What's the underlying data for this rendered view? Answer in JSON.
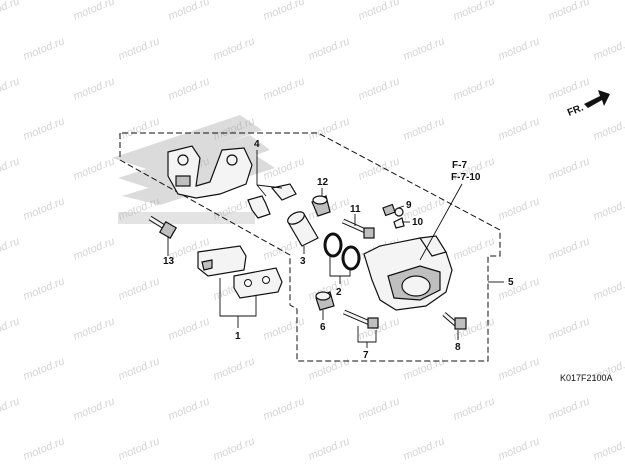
{
  "watermark": "motod.ru",
  "direction_label": "FR.",
  "diagram_code": "K017F2100A",
  "references": {
    "ref1": "F-7",
    "ref2": "F-7-10"
  },
  "callouts": {
    "c1": "1",
    "c2": "2",
    "c3": "3",
    "c4": "4",
    "c5": "5",
    "c6": "6",
    "c7": "7",
    "c8": "8",
    "c9": "9",
    "c10": "10",
    "c11": "11",
    "c12": "12",
    "c13": "13"
  }
}
